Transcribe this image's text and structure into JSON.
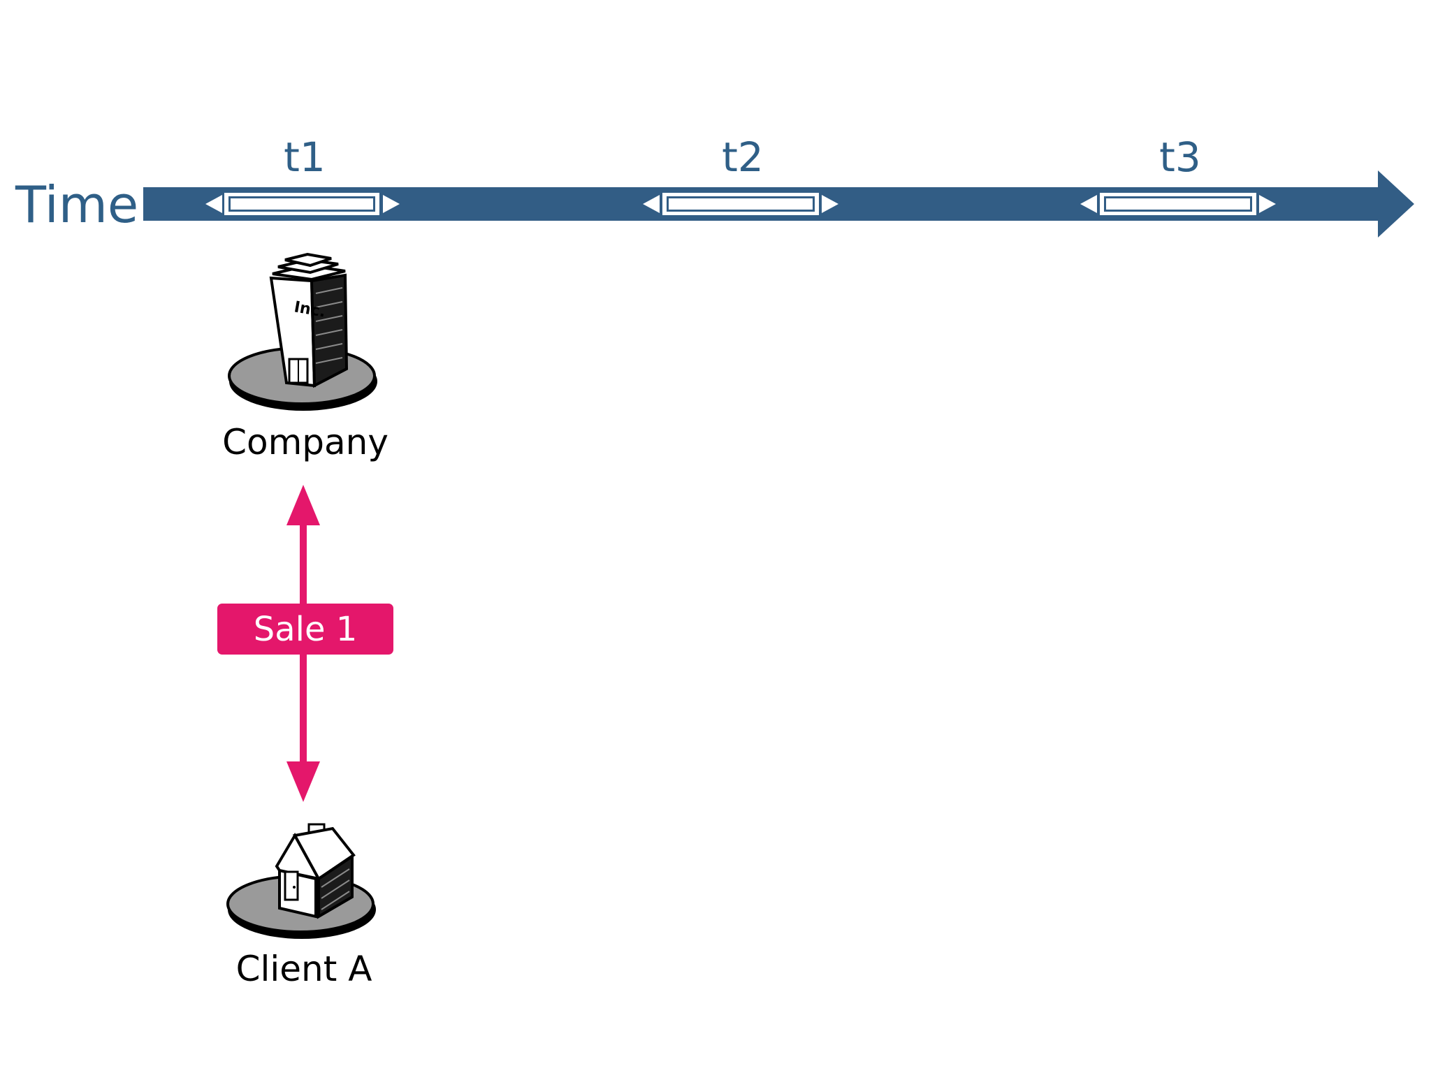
{
  "timeline": {
    "label": "Time",
    "periods": [
      {
        "id": "t1",
        "label": "t1"
      },
      {
        "id": "t2",
        "label": "t2"
      },
      {
        "id": "t3",
        "label": "t3"
      }
    ]
  },
  "nodes": {
    "company": {
      "label": "Company",
      "icon": "office-building-icon",
      "sign": "Inc."
    },
    "client": {
      "label": "Client A",
      "icon": "house-icon"
    }
  },
  "sale": {
    "label": "Sale 1"
  },
  "colors": {
    "timeline": "#325d85",
    "sale": "#e4176b",
    "node_disc": "#9a9a9a",
    "text": "#000000"
  }
}
